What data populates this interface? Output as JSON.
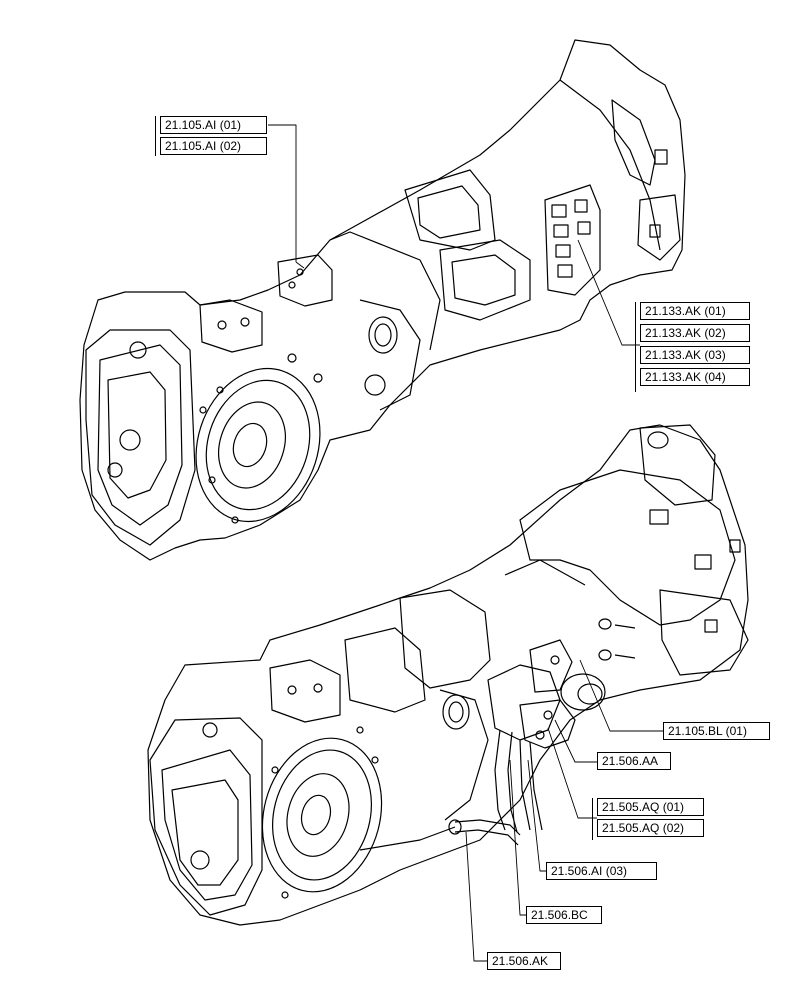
{
  "callouts": {
    "c_21_105_ai_01": "21.105.AI (01)",
    "c_21_105_ai_02": "21.105.AI (02)",
    "c_21_133_ak_01": "21.133.AK (01)",
    "c_21_133_ak_02": "21.133.AK (02)",
    "c_21_133_ak_03": "21.133.AK (03)",
    "c_21_133_ak_04": "21.133.AK (04)",
    "c_21_105_bl_01": "21.105.BL (01)",
    "c_21_506_aa": "21.506.AA",
    "c_21_505_aq_01": "21.505.AQ (01)",
    "c_21_505_aq_02": "21.505.AQ (02)",
    "c_21_506_ai_03": "21.506.AI (03)",
    "c_21_506_bc": "21.506.BC",
    "c_21_506_ak": "21.506.AK"
  }
}
